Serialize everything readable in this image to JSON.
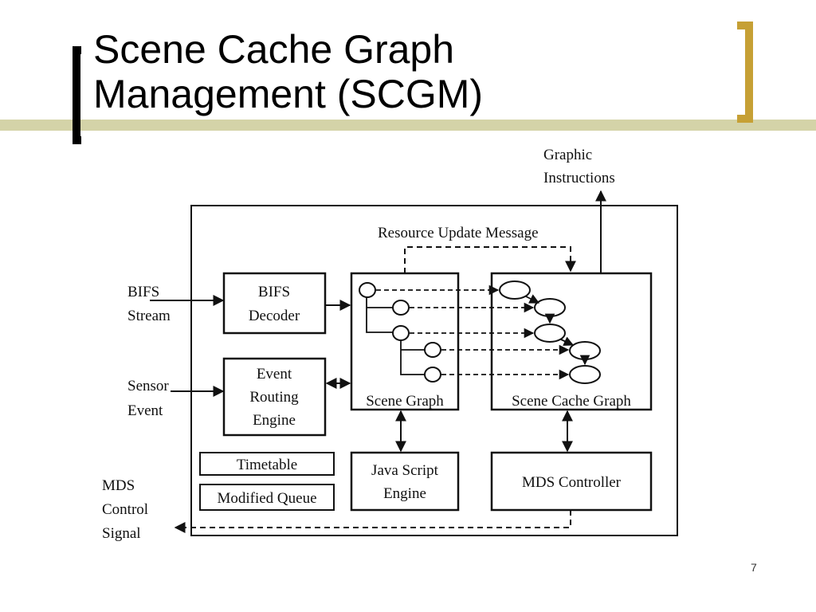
{
  "slide": {
    "title_line1": "Scene Cache Graph",
    "title_line2": "Management (SCGM)",
    "page_number": "7"
  },
  "colors": {
    "title": "#000000",
    "left_bracket": "#000000",
    "right_bracket": "#c6a035",
    "accent_bar": "#d4d3a8"
  },
  "diagram": {
    "graphic_instructions": [
      "Graphic",
      "Instructions"
    ],
    "resource_update_message": "Resource Update Message",
    "bifs_stream": [
      "BIFS",
      "Stream"
    ],
    "sensor_event": [
      "Sensor",
      "Event"
    ],
    "mds_control_signal": [
      "MDS",
      "Control",
      "Signal"
    ],
    "bifs_decoder": [
      "BIFS",
      "Decoder"
    ],
    "event_routing_engine": [
      "Event",
      "Routing",
      "Engine"
    ],
    "timetable": "Timetable",
    "modified_queue": "Modified Queue",
    "scene_graph": "Scene Graph",
    "scene_cache_graph": "Scene Cache Graph",
    "java_script_engine": [
      "Java Script",
      "Engine"
    ],
    "mds_controller": "MDS Controller"
  }
}
